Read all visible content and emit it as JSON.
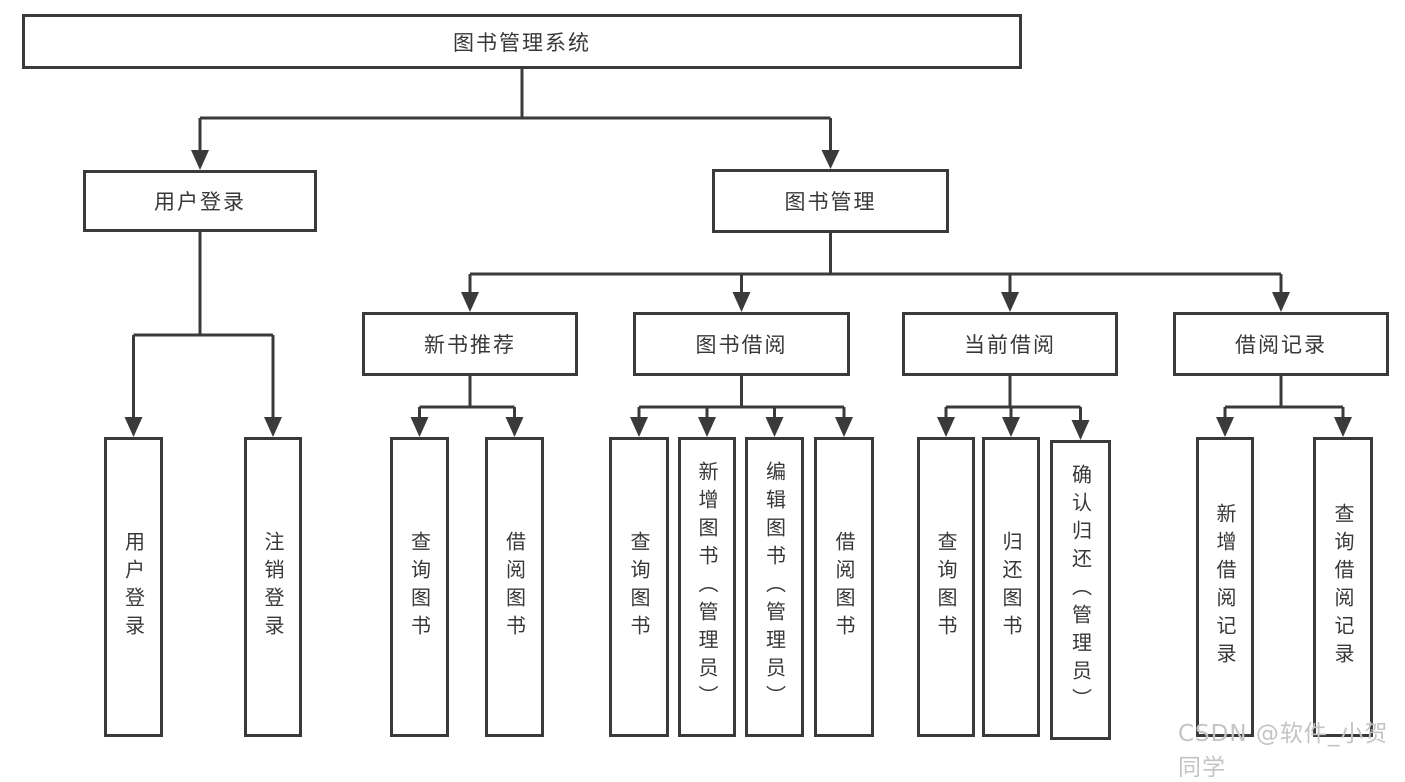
{
  "diagram_title": "图书管理系统",
  "watermark": "CSDN @软件_小贺同学",
  "colors": {
    "line": "#3a3a3a",
    "node_border": "#3a3a3a",
    "node_text": "#383838",
    "background": "#ffffff",
    "watermark": "#c4c4c4"
  },
  "tree": {
    "label": "图书管理系统",
    "children": [
      {
        "label": "用户登录",
        "children": [
          {
            "label": "用户登录"
          },
          {
            "label": "注销登录"
          }
        ]
      },
      {
        "label": "图书管理",
        "children": [
          {
            "label": "新书推荐",
            "children": [
              {
                "label": "查询图书"
              },
              {
                "label": "借阅图书"
              }
            ]
          },
          {
            "label": "图书借阅",
            "children": [
              {
                "label": "查询图书"
              },
              {
                "label": "新增图书（管理员）"
              },
              {
                "label": "编辑图书（管理员）"
              },
              {
                "label": "借阅图书"
              }
            ]
          },
          {
            "label": "当前借阅",
            "children": [
              {
                "label": "查询图书"
              },
              {
                "label": "归还图书"
              },
              {
                "label": "确认归还（管理员）"
              }
            ]
          },
          {
            "label": "借阅记录",
            "children": [
              {
                "label": "新增借阅记录"
              },
              {
                "label": "查询借阅记录"
              }
            ]
          }
        ]
      }
    ]
  }
}
